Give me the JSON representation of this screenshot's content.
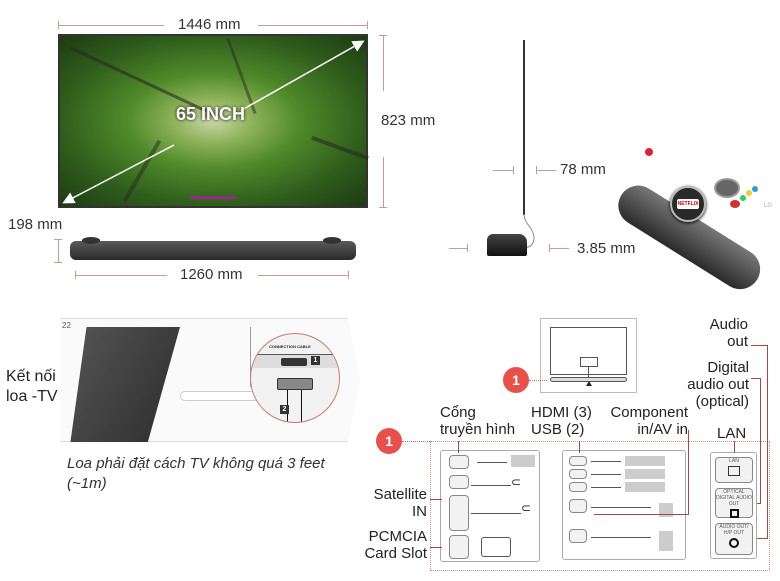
{
  "dimensions": {
    "width_label": "1446 mm",
    "height_label": "823 mm",
    "diagonal_label": "65 INCH",
    "speaker_depth_label": "198 mm",
    "speaker_width_label": "1260 mm",
    "panel_thickness_label": "78 mm",
    "screen_thickness_label": "3.85 mm"
  },
  "remote": {
    "badge_label": "NETFLIX",
    "brand_label": "LG"
  },
  "speaker_connection": {
    "page_number": "22",
    "title": "Kết nối loa -TV",
    "title_line1": "Kết nối",
    "title_line2": "loa -TV",
    "cable_label": "CONNECTION CABLE",
    "step1": "1",
    "step2": "2",
    "note": "Loa phải đặt cách TV không quá 3 feet (~1m)",
    "note_line1": "Loa phải đặt cách TV không quá 3 feet",
    "note_line2": "(~1m)"
  },
  "ports": {
    "callout_number": "1",
    "labels": {
      "audio_out_line1": "Audio",
      "audio_out_line2": "out",
      "digital_line1": "Digital",
      "digital_line2": "audio out",
      "digital_line3": "(optical)",
      "tv_port_line1": "Cổng",
      "tv_port_line2": "truyền hình",
      "hdmi": "HDMI (3)",
      "usb": "USB (2)",
      "component_line1": "Component",
      "component_line2": "in/AV in",
      "lan": "LAN",
      "satellite_line1": "Satellite",
      "satellite_line2": "IN",
      "pcmcia_line1": "PCMCIA",
      "pcmcia_line2": "Card Slot"
    },
    "panel_texts": {
      "lan_port": "LAN",
      "optical": "OPTICAL DIGITAL AUDIO OUT",
      "audio_out": "AUDIO OUT/ H/P OUT"
    }
  },
  "colors": {
    "accent_red": "#e8504c",
    "dimension_line": "#c99a96",
    "leader_line": "#a34a48"
  }
}
